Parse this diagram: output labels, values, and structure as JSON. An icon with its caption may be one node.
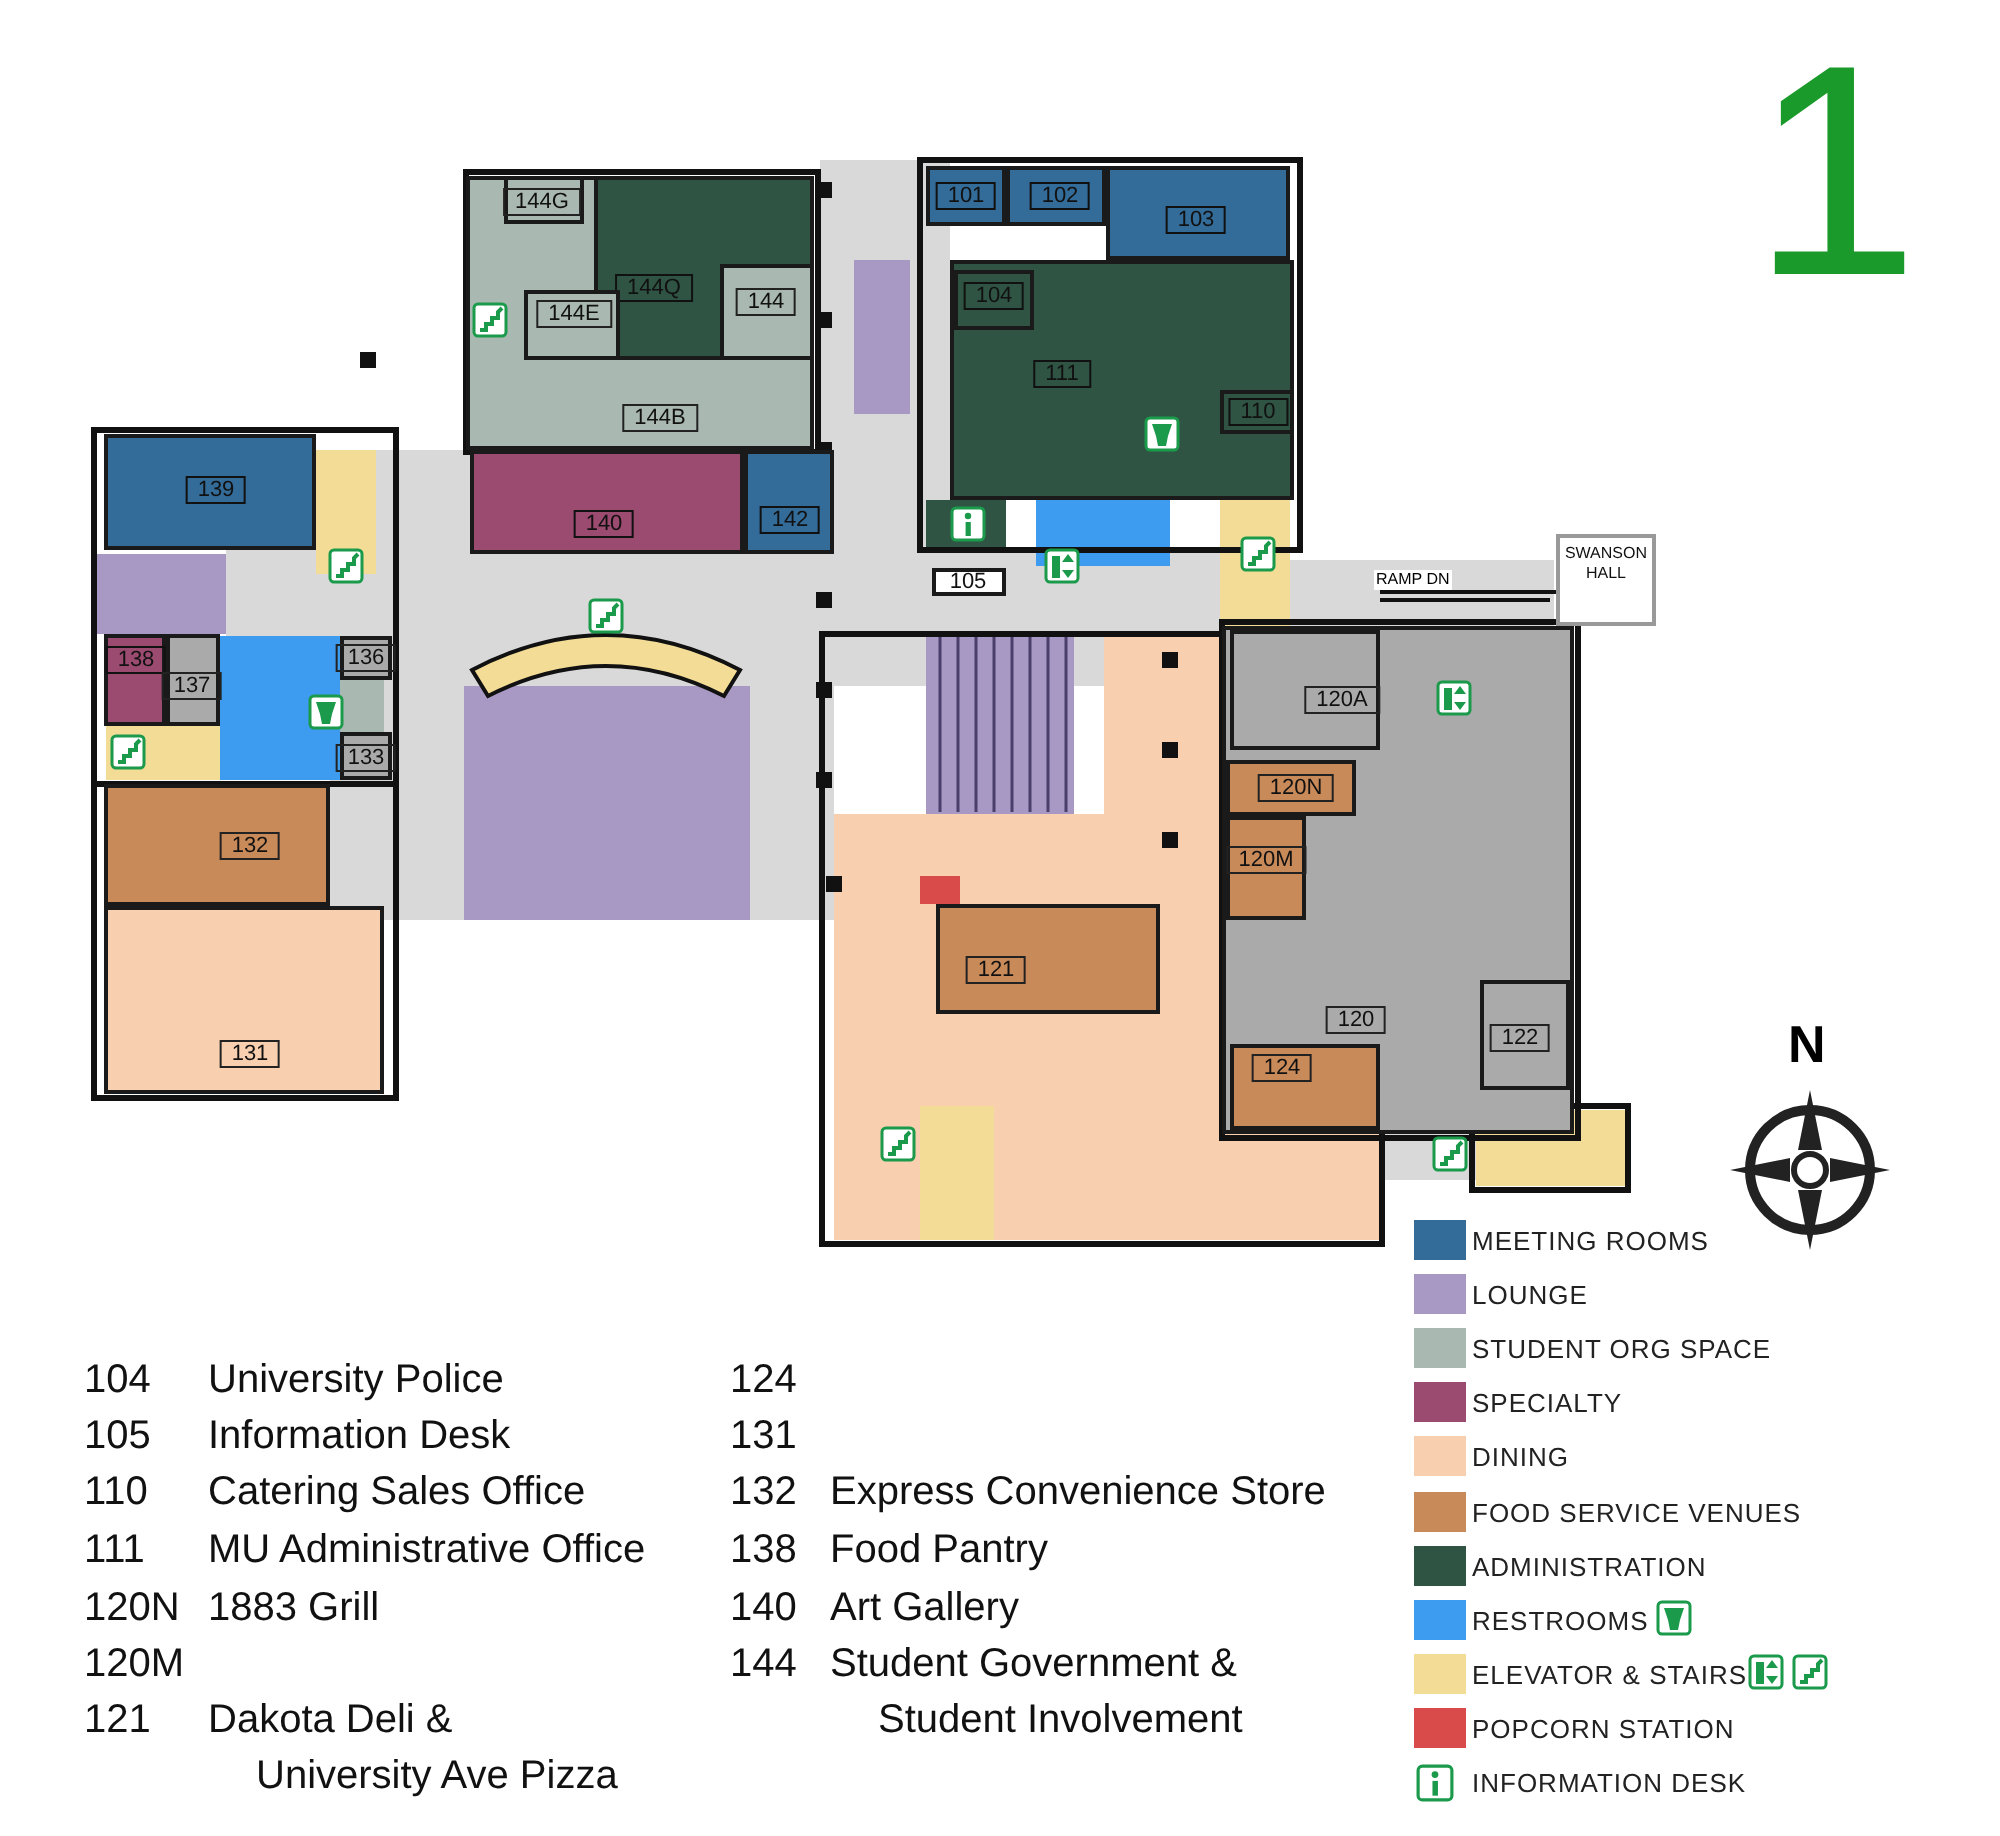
{
  "diagram": {
    "nodes": [
      {
        "text": [
          "144B"
        ]
      },
      {
        "text": [
          "144G"
        ],
        "in": 0
      },
      {
        "text": [
          "144Q"
        ],
        "in": 0
      },
      {
        "text": [
          "144"
        ],
        "in": 2
      },
      {
        "text": [
          "144E"
        ],
        "in": 0
      },
      {
        "text": [
          "140"
        ]
      },
      {
        "text": [
          "142"
        ]
      },
      {
        "text": [
          "139"
        ]
      },
      {
        "text": [
          "138"
        ]
      },
      {
        "text": [
          "137"
        ]
      },
      {
        "text": [
          "136"
        ]
      },
      {
        "text": [
          "133"
        ]
      },
      {
        "text": [
          "132"
        ]
      },
      {
        "text": [
          "131"
        ]
      },
      {
        "text": [
          "101"
        ]
      },
      {
        "text": [
          "102"
        ]
      },
      {
        "text": [
          "103"
        ]
      },
      {
        "text": [
          "111"
        ]
      },
      {
        "text": [
          "104"
        ],
        "in": 17
      },
      {
        "text": [
          "110"
        ],
        "in": 17
      },
      {
        "text": [
          "105"
        ]
      },
      {
        "text": [
          "120"
        ]
      },
      {
        "text": [
          "120A"
        ],
        "in": 21
      },
      {
        "text": [
          "120N"
        ],
        "in": 21
      },
      {
        "text": [
          "120M"
        ],
        "in": 21
      },
      {
        "text": [
          "124"
        ],
        "in": 21
      },
      {
        "text": [
          "122"
        ],
        "in": 21
      },
      {
        "text": [
          "121"
        ]
      },
      {
        "text": [
          "SWANSON HALL"
        ]
      }
    ],
    "labels": [
      "1",
      "RAMP DN",
      "N",
      "104",
      "University Police",
      "105",
      "Information Desk",
      "110",
      "Catering Sales Office",
      "111",
      "MU Administrative Office",
      "120N",
      "1883 Grill",
      "120M",
      "121",
      "Dakota Deli & University Ave Pizza",
      "124",
      "131",
      "132",
      "Express Convenience Store",
      "138",
      "Food Pantry",
      "140",
      "Art Gallery",
      "144",
      "Student Government & Student Involvement"
    ],
    "legend": [
      {
        "text": "MEETING ROOMS",
        "color": "#336b99"
      },
      {
        "text": "LOUNGE",
        "color": "#a898c4"
      },
      {
        "text": "STUDENT ORG SPACE",
        "color": "#aab8b2"
      },
      {
        "text": "SPECIALTY",
        "color": "#9b4a70"
      },
      {
        "text": "DINING",
        "color": "#f8d0b0"
      },
      {
        "text": "FOOD SERVICE VENUES",
        "color": "#c98a5a"
      },
      {
        "text": "ADMINISTRATION",
        "color": "#2f5443"
      },
      {
        "text": "RESTROOMS",
        "color": "#3d9bf0"
      },
      {
        "text": "ELEVATOR & STAIRS",
        "color": "#f3dc96"
      },
      {
        "text": "POPCORN STATION",
        "color": "#d94b4b"
      },
      {
        "text": "INFORMATION DESK"
      }
    ]
  }
}
